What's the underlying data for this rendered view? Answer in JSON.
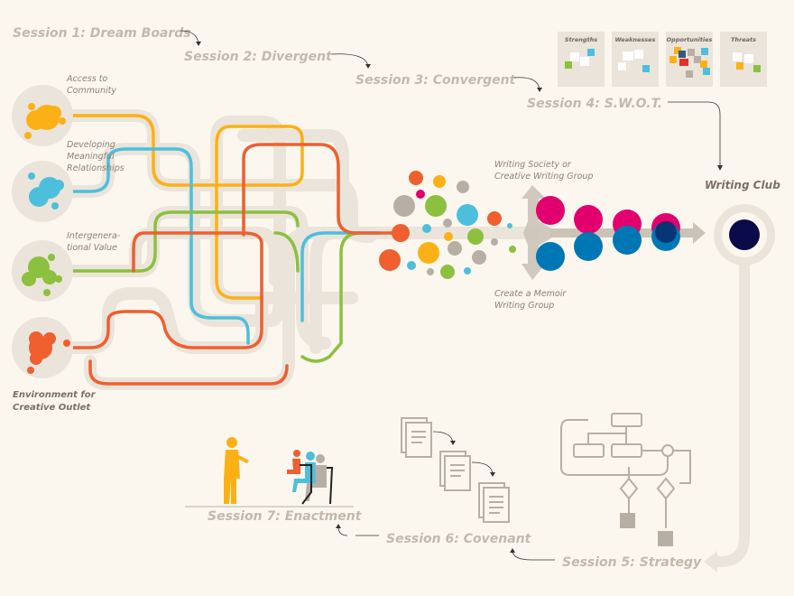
{
  "sessions": {
    "s1": "Session 1: Dream Boards",
    "s2": "Session 2: Divergent",
    "s3": "Session 3: Convergent",
    "s4": "Session 4: S.W.O.T.",
    "s5": "Session 5: Strategy",
    "s6": "Session 6: Covenant",
    "s7": "Session 7: Enactment"
  },
  "swot": [
    "Strengths",
    "Weaknesses",
    "Opportunities",
    "Threats"
  ],
  "inputs": {
    "community": [
      "Access to",
      "Community"
    ],
    "relationships": [
      "Developing",
      "Meaningful",
      "Relationships"
    ],
    "intergen": [
      "Intergenera-",
      "tional Value"
    ],
    "environment": [
      "Environment for",
      "Creative Outlet"
    ]
  },
  "outcomes": {
    "society": [
      "Writing Society or",
      "Creative Writing Group"
    ],
    "memoir": [
      "Create a Memoir",
      "Writing Group"
    ],
    "club": "Writing Club"
  },
  "colors": {
    "background": "#fbf7ef",
    "track": "#ebe4da",
    "yellow": "#fbb116",
    "blue": "#4dbfdd",
    "green": "#8cc03f",
    "orange": "#ef5f2f",
    "magenta": "#e2006f",
    "darkblue": "#0077b5",
    "navy": "#0b0b4a",
    "grey": "#b8afa4"
  }
}
